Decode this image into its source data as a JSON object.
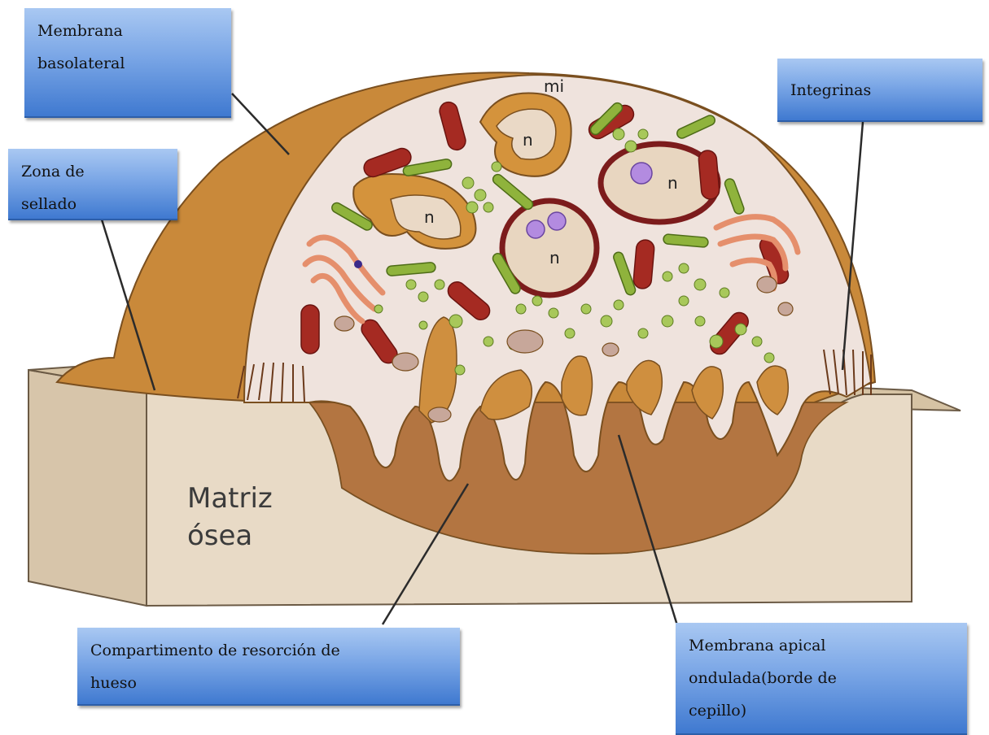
{
  "callouts": {
    "basolateral": "Membrana\nbasolateral",
    "sealing_zone": "Zona de\nsellado",
    "integrins": "Integrinas",
    "resorption_compartment": "Compartimento de resorción de\nhueso",
    "apical_membrane": "Membrana apical\nondulada(borde de\ncepillo)"
  },
  "cell_labels": {
    "mitochondria": "mi",
    "nucleus": "n"
  },
  "matrix_label": "Matriz\nósea",
  "colors": {
    "bone_block": "#e6d7c1",
    "bone_top": "#d8c6ab",
    "cell_dome": "#c98a3a",
    "cytoplasm": "#efe2dc",
    "resorption_pit": "#b5773f",
    "mitochondria": "#a22b22",
    "nucleus_ring": "#7c1c1c",
    "golgi": "#f0a586",
    "er": "#8fb33c",
    "vesicles": "#9dbd4f",
    "callout": "#6f9fe2"
  }
}
